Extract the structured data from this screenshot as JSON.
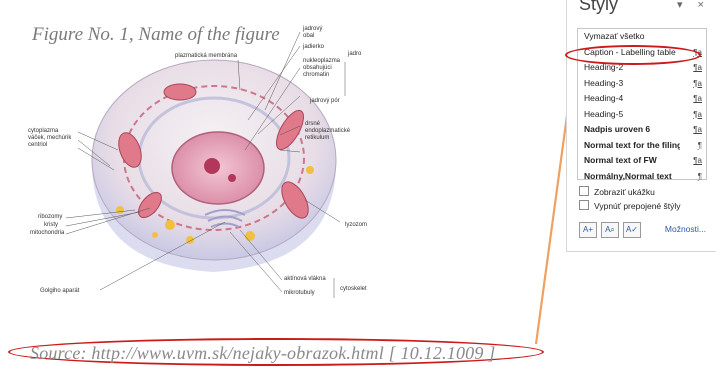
{
  "document": {
    "caption": "Figure No. 1, Name of the figure",
    "source": "Source: http://www.uvm.sk/nejaky-obrazok.html [ 10.12.1009 ]",
    "figure_labels": {
      "plazmaticka_membrana": "plazmatická membrána",
      "jadrovy_obal_1": "jadrový",
      "jadrovy_obal_2": "obal",
      "jadierko": "jadierko",
      "nukleoplazma_1": "nukleoplazma",
      "nukleoplazma_2": "obsahujúci",
      "nukleoplazma_3": "chromatin",
      "jadro": "jadro",
      "jadrovy_por": "jadrový pór",
      "dsne_1": "drsné",
      "dsne_2": "endoplazmatické",
      "dsne_3": "retikulum",
      "cytoplazma_1": "cytoplazma",
      "cytoplazma_2": "váček, mechúrik",
      "cytoplazma_3": "centriol",
      "ribozomy": "ribozomy",
      "kristy": "kristy",
      "mitochondria": "mitochondria",
      "lyzozom": "lyzozom",
      "golgiho": "Golgiho aparát",
      "aktinova": "aktínová vlákna",
      "mikrotubuly": "mikrotubuly",
      "cytoskelet": "cytoskelet"
    }
  },
  "styles_pane": {
    "title": "Štýly",
    "controls": "▾ ×",
    "items": [
      {
        "label": "Vymazať všetko",
        "mark": ""
      },
      {
        "label": "Caption - Labelling table",
        "mark": "¶a"
      },
      {
        "label": "Heading-2",
        "mark": "¶a"
      },
      {
        "label": "Heading-3",
        "mark": "¶a"
      },
      {
        "label": "Heading-4",
        "mark": "¶a"
      },
      {
        "label": "Heading-5",
        "mark": "¶a"
      },
      {
        "label": "Nadpis uroven 6",
        "mark": "¶a"
      },
      {
        "label": "Normal text for the filing",
        "mark": "¶"
      },
      {
        "label": "Normal text of FW",
        "mark": "¶a"
      },
      {
        "label": "Normálny,Normal text",
        "mark": "¶"
      }
    ],
    "show_preview": "Zobraziť ukážku",
    "disable_linked": "Vypnúť prepojené štýly",
    "button_icons": [
      "new-style-icon",
      "style-inspector-icon",
      "manage-styles-icon"
    ],
    "options_link": "Možnosti...",
    "highlight_color": "#cc1a1a",
    "arrow_color": "#f0a060"
  }
}
